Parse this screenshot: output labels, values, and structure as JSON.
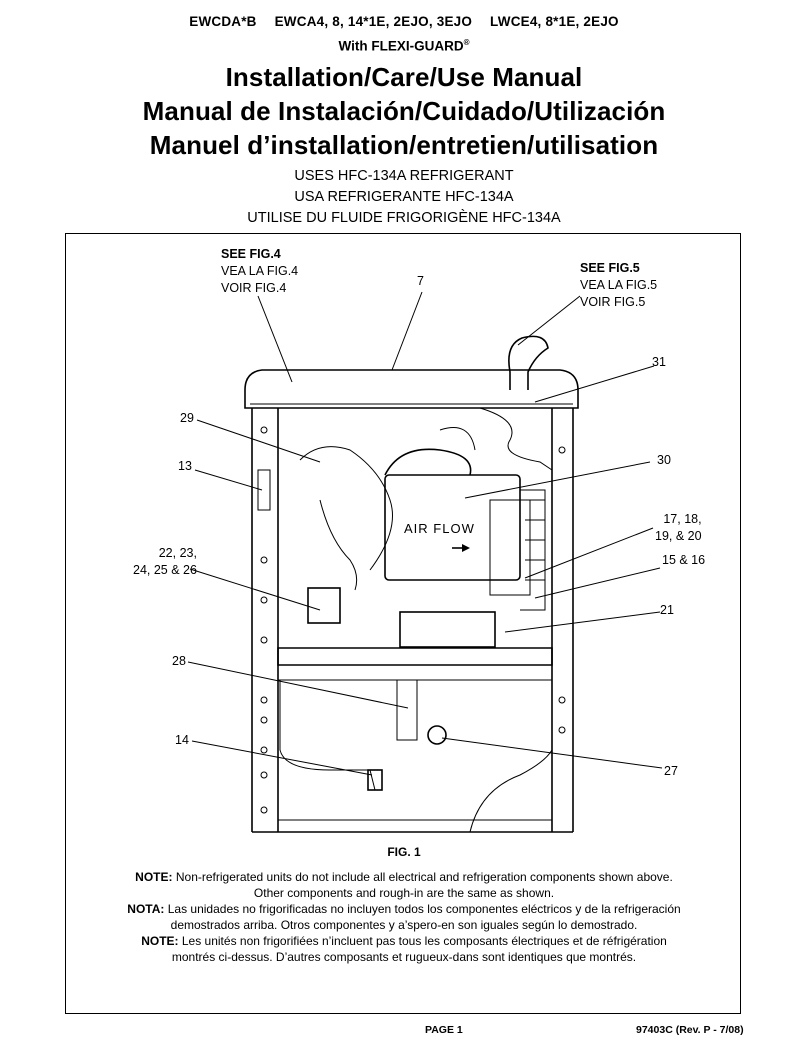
{
  "header": {
    "models": [
      "EWCDA*B",
      "EWCA4, 8, 14*1E, 2EJO, 3EJO",
      "LWCE4, 8*1E, 2EJO"
    ],
    "with_flexi": "With FLEXI-GUARD",
    "registered_mark": "®",
    "titles": [
      "Installation/Care/Use Manual",
      "Manual de Instalación/Cuidado/Utilización",
      "Manuel d’installation/entretien/utilisation"
    ],
    "refrigerant": [
      "USES HFC-134A REFRIGERANT",
      "USA REFRIGERANTE HFC-134A",
      "UTILISE DU FLUIDE FRIGORIGÈNE HFC-134A"
    ]
  },
  "figure": {
    "see_fig4": {
      "bold": "SEE FIG.4",
      "es": "VEA LA FIG.4",
      "fr": "VOIR FIG.4"
    },
    "see_fig5": {
      "bold": "SEE FIG.5",
      "es": "VEA LA FIG.5",
      "fr": "VOIR FIG.5"
    },
    "airflow": "AIR FLOW",
    "callouts": {
      "c7": "7",
      "c31": "31",
      "c29": "29",
      "c13": "13",
      "c30": "30",
      "c17a": "17, 18,",
      "c17b": "19, & 20",
      "c15": "15 & 16",
      "c22a": "22, 23,",
      "c22b": "24, 25 & 26",
      "c21": "21",
      "c28": "28",
      "c14": "14",
      "c27": "27"
    },
    "caption": "FIG. 1"
  },
  "notes": [
    {
      "label": "NOTE:",
      "text": " Non-refrigerated units do not include all electrical and refrigeration components shown above.",
      "line2": "Other components and rough-in are the same as shown."
    },
    {
      "label": "NOTA:",
      "text": " Las unidades no frigorificadas no incluyen todos los componentes eléctricos y de la refrigeración",
      "line2": "demostrados arriba. Otros componentes y a’spero-en son iguales según lo demostrado."
    },
    {
      "label": "NOTE:",
      "text": " Les unités non frigorifiées n’incluent pas tous les composants électriques et de réfrigération",
      "line2": "montrés ci-dessus. D’autres composants et rugueux-dans sont identiques que montrés."
    }
  ],
  "footer": {
    "page": "PAGE 1",
    "doc": "97403C (Rev. P - 7/08)"
  }
}
